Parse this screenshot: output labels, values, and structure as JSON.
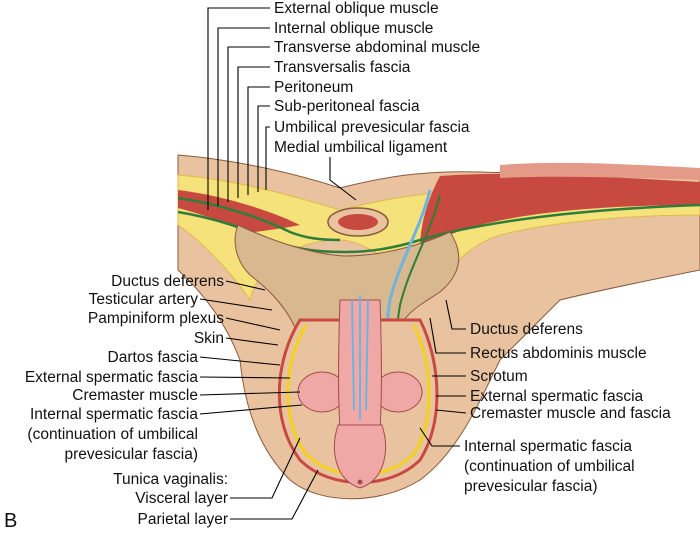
{
  "figure_letter": "B",
  "top_labels": [
    "External oblique muscle",
    "Internal oblique muscle",
    "Transverse abdominal muscle",
    "Transversalis fascia",
    "Peritoneum",
    "Sub-peritoneal fascia",
    "Umbilical prevesicular fascia",
    "Medial umbilical ligament"
  ],
  "left_labels": [
    "Ductus deferens",
    "Testicular artery",
    "Pampiniform plexus",
    "Skin",
    "Dartos fascia",
    "External spermatic fascia",
    "Cremaster muscle",
    "Internal spermatic fascia",
    "(continuation of umbilical",
    "prevesicular fascia)",
    "Tunica vaginalis:",
    "Visceral layer",
    "Parietal layer"
  ],
  "right_labels": [
    "Ductus deferens",
    "Rectus abdominis muscle",
    "Scrotum",
    "External spermatic fascia",
    "Cremaster muscle and fascia",
    "Internal spermatic fascia",
    "(continuation of umbilical",
    "prevesicular fascia)"
  ],
  "colors": {
    "skin": "#e9c3a0",
    "fat": "#f6e27a",
    "muscle": "#c8493f",
    "muscle_light": "#e39a86",
    "fascia_green": "#2e7d3a",
    "fascia_yellow": "#f2d21a",
    "vessel_blue": "#6fb3e0",
    "penis": "#f0a8a6",
    "tissue": "#d8b88e"
  }
}
